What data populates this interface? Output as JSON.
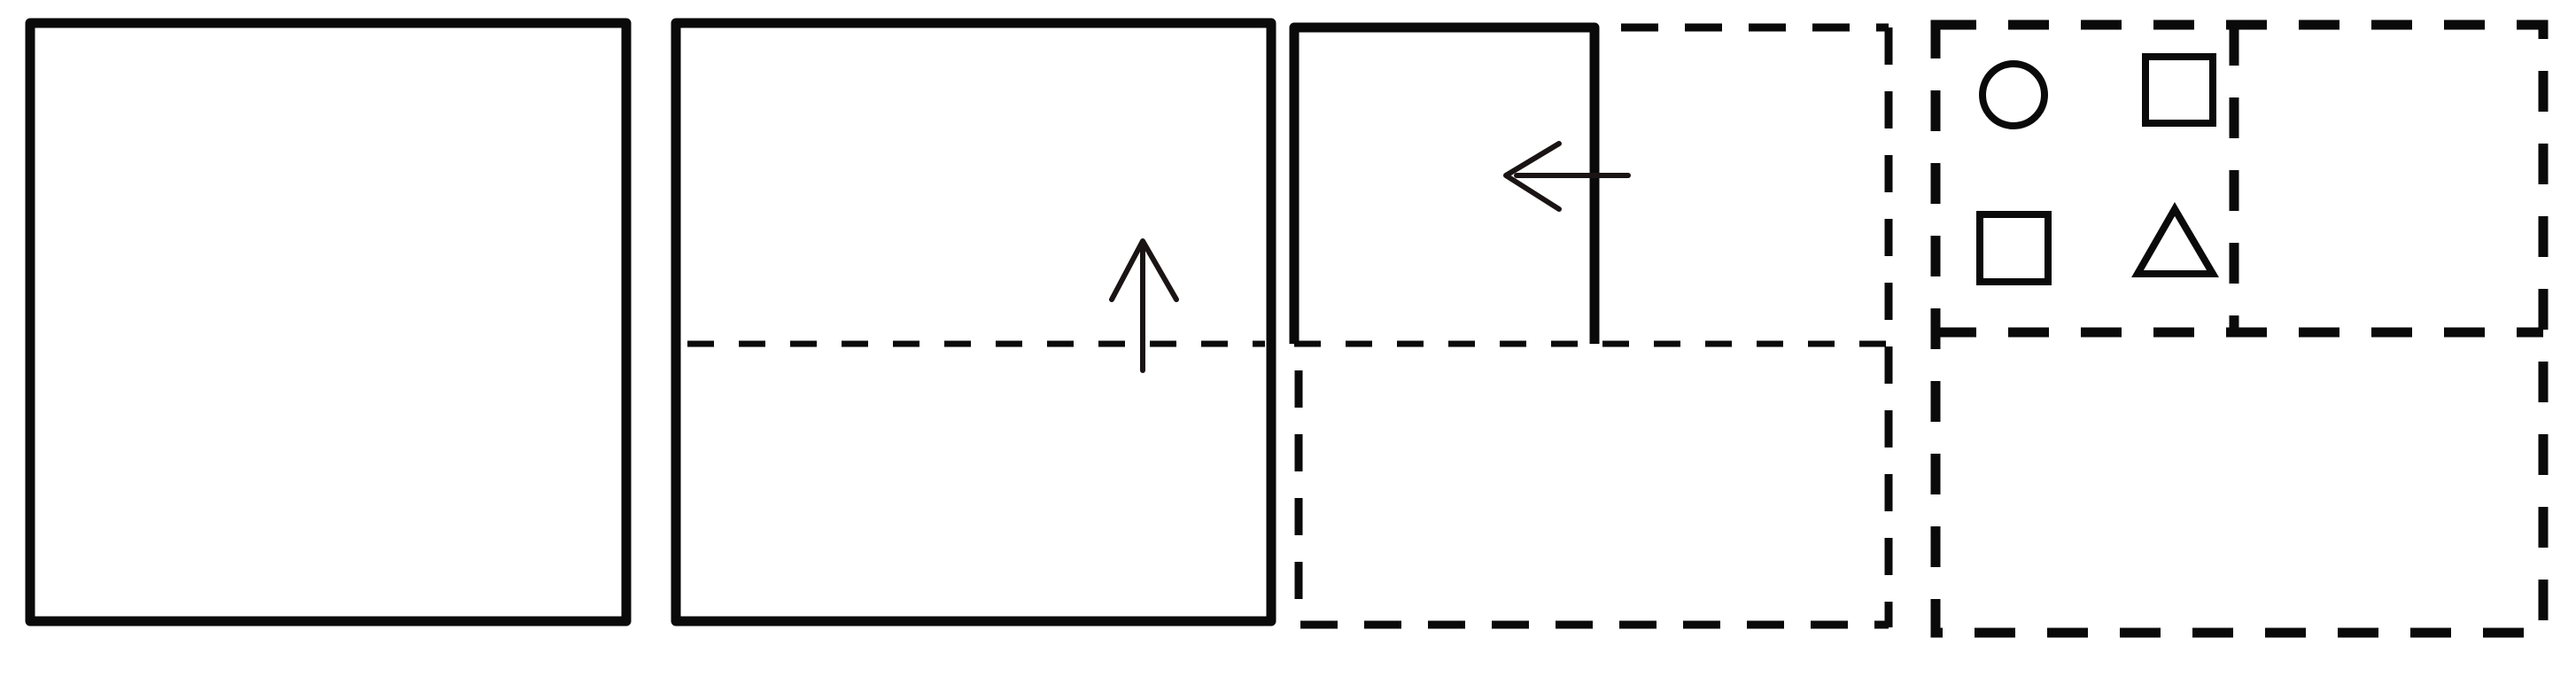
{
  "diagram": {
    "panels": [
      {
        "id": "panel-1",
        "description_shapes": []
      },
      {
        "id": "panel-2",
        "arrow": "up-arrow-icon"
      },
      {
        "id": "panel-3",
        "arrow": "left-arrow-icon"
      },
      {
        "id": "panel-4",
        "shapes": [
          "circle-icon",
          "square-icon",
          "square-icon",
          "triangle-icon"
        ]
      }
    ],
    "colors": {
      "stroke": "#0a0a0a",
      "background": "#ffffff"
    }
  }
}
